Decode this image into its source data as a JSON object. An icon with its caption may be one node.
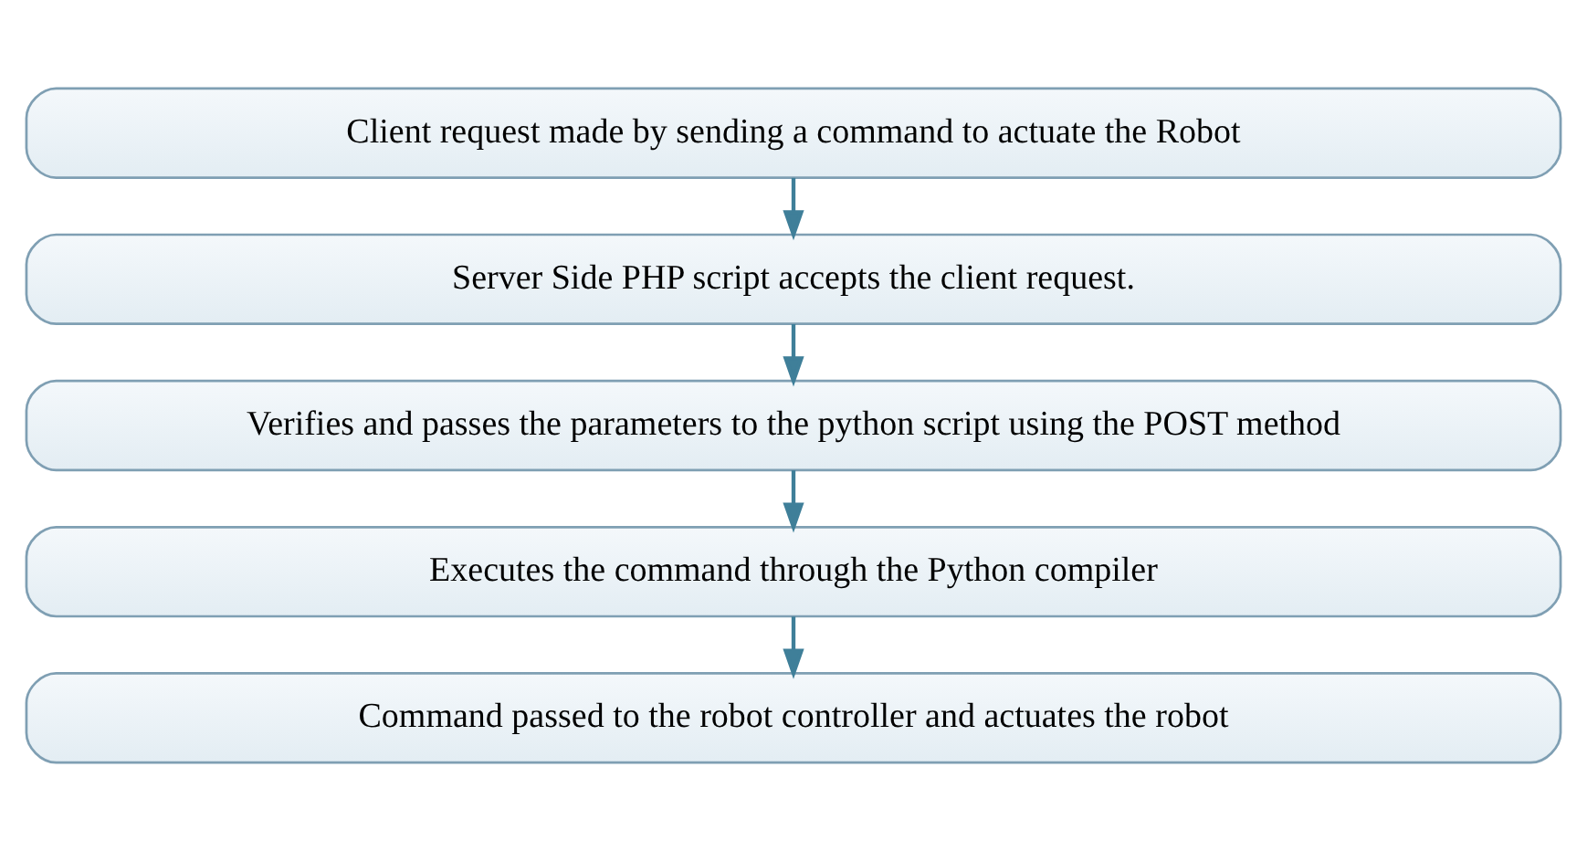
{
  "diagram": {
    "nodes": [
      {
        "text": [
          "Client request made by sending a command to actuate the Robot"
        ]
      },
      {
        "text": [
          "Server Side PHP script accepts the client request."
        ]
      },
      {
        "text": [
          "Verifies and passes the parameters to the python script using the POST method"
        ]
      },
      {
        "text": [
          "Executes the command through the Python compiler"
        ]
      },
      {
        "text": [
          "Command passed to the robot controller and actuates the robot"
        ]
      }
    ],
    "edges": [
      {
        "from": 0,
        "to": 1,
        "arrow": "to"
      },
      {
        "from": 1,
        "to": 2,
        "arrow": "to"
      },
      {
        "from": 2,
        "to": 3,
        "arrow": "to"
      },
      {
        "from": 3,
        "to": 4,
        "arrow": "to"
      }
    ]
  }
}
